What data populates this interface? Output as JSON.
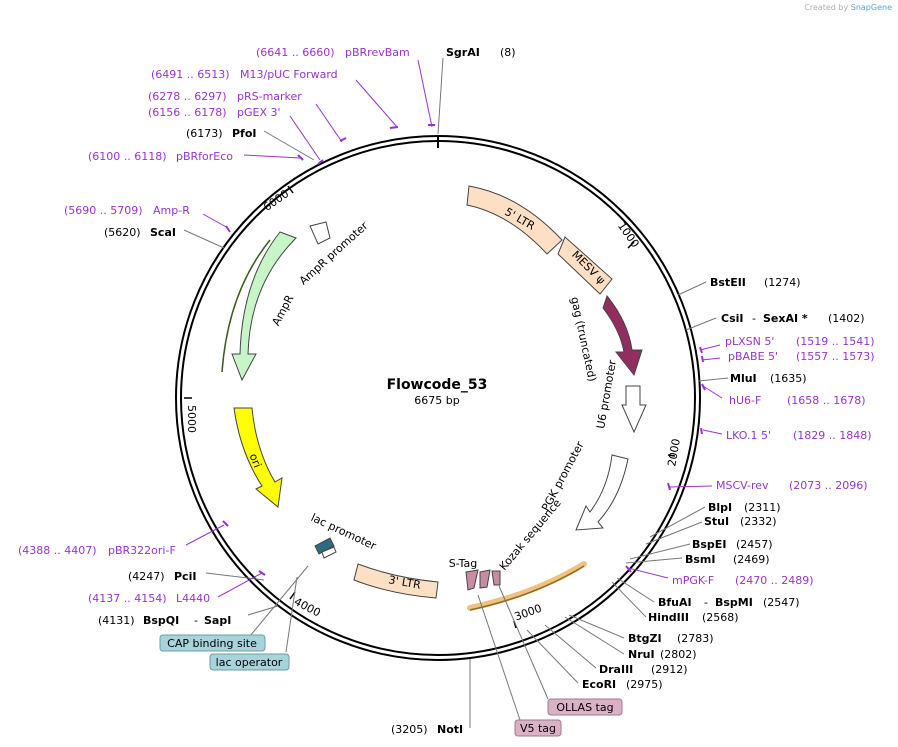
{
  "credit": {
    "prefix": "Created by",
    "brand": "SnapGene"
  },
  "plasmid": {
    "name": "Flowcode_53",
    "length_bp": 6675,
    "length_label": "6675 bp"
  },
  "colors": {
    "primer": "#9933cc",
    "enzyme": "#000000",
    "ring": "#000000"
  },
  "ticks": [
    {
      "bp": 1000,
      "label": "1000"
    },
    {
      "bp": 2000,
      "label": "2000"
    },
    {
      "bp": 3000,
      "label": "3000"
    },
    {
      "bp": 4000,
      "label": "4000"
    },
    {
      "bp": 5000,
      "label": "5000"
    },
    {
      "bp": 6000,
      "label": "6000"
    }
  ],
  "enzymes": [
    {
      "name": "SgrAI",
      "pos": "(8)"
    },
    {
      "name": "BstEII",
      "pos": "(1274)"
    },
    {
      "name": "CsiI",
      "name2": "SexAI *",
      "pos": "(1402)"
    },
    {
      "name": "MluI",
      "pos": "(1635)"
    },
    {
      "name": "BlpI",
      "pos": "(2311)"
    },
    {
      "name": "StuI",
      "pos": "(2332)"
    },
    {
      "name": "BspEI",
      "pos": "(2457)"
    },
    {
      "name": "BsmI",
      "pos": "(2469)"
    },
    {
      "name": "BfuAI",
      "name2": "BspMI",
      "pos": "(2547)"
    },
    {
      "name": "HindIII",
      "pos": "(2568)"
    },
    {
      "name": "BtgZI",
      "pos": "(2783)"
    },
    {
      "name": "NruI",
      "pos": "(2802)"
    },
    {
      "name": "DraIII",
      "pos": "(2912)"
    },
    {
      "name": "EcoRI",
      "pos": "(2975)"
    },
    {
      "name": "NotI",
      "pos": "(3205)"
    },
    {
      "name": "BspQI",
      "name2": "SapI",
      "pos": "(4131)"
    },
    {
      "name": "PciI",
      "pos": "(4247)"
    },
    {
      "name": "ScaI",
      "pos": "(5620)"
    },
    {
      "name": "PfoI",
      "pos": "(6173)"
    }
  ],
  "primers": [
    {
      "name": "pBRrevBam",
      "range": "(6641 .. 6660)"
    },
    {
      "name": "M13/pUC Forward",
      "range": "(6491 .. 6513)"
    },
    {
      "name": "pRS-marker",
      "range": "(6278 .. 6297)"
    },
    {
      "name": "pGEX 3'",
      "range": "(6156 .. 6178)"
    },
    {
      "name": "pBRforEco",
      "range": "(6100 .. 6118)"
    },
    {
      "name": "Amp-R",
      "range": "(5690 .. 5709)"
    },
    {
      "name": "pLXSN 5'",
      "range": "(1519 .. 1541)"
    },
    {
      "name": "pBABE 5'",
      "range": "(1557 .. 1573)"
    },
    {
      "name": "hU6-F",
      "range": "(1658 .. 1678)"
    },
    {
      "name": "LKO.1 5'",
      "range": "(1829 .. 1848)"
    },
    {
      "name": "MSCV-rev",
      "range": "(2073 .. 2096)"
    },
    {
      "name": "mPGK-F",
      "range": "(2470 .. 2489)"
    },
    {
      "name": "pBR322ori-F",
      "range": "(4388 .. 4407)"
    },
    {
      "name": "L4440",
      "range": "(4137 .. 4154)"
    }
  ],
  "features": [
    {
      "name": "5' LTR"
    },
    {
      "name": "MESV ψ"
    },
    {
      "name": "gag (truncated)"
    },
    {
      "name": "U6 promoter"
    },
    {
      "name": "PGK promoter"
    },
    {
      "name": "Kozak sequence"
    },
    {
      "name": "S-Tag"
    },
    {
      "name": "3' LTR"
    },
    {
      "name": "lac promoter"
    },
    {
      "name": "ori"
    },
    {
      "name": "AmpR"
    },
    {
      "name": "AmpR promoter"
    }
  ],
  "boxed_labels": [
    {
      "name": "CAP binding site"
    },
    {
      "name": "lac operator"
    },
    {
      "name": "OLLAS tag"
    },
    {
      "name": "V5 tag"
    }
  ]
}
